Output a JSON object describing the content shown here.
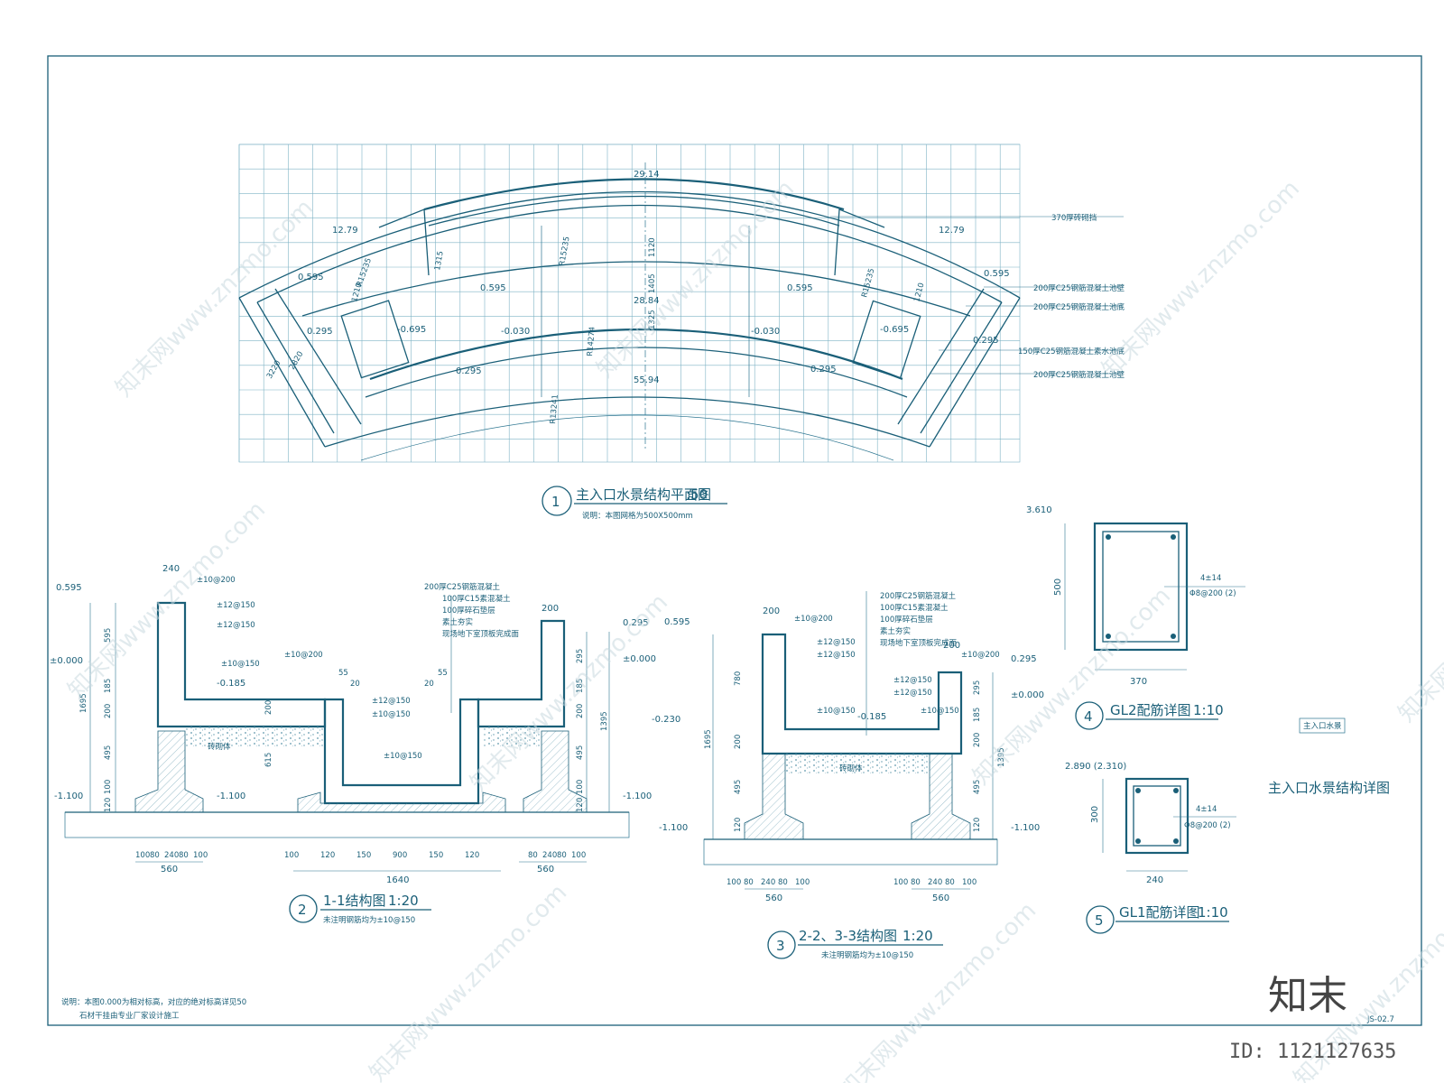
{
  "plan": {
    "title": "主入口水景结构平面图",
    "scale": ":50",
    "circle_no": "1",
    "note": "说明：本图网格为500X500mm",
    "labels": {
      "d29_14": "29.14",
      "d12_79_l": "12.79",
      "d12_79_r": "12.79",
      "d28_84": "28.84",
      "d55_94": "55.94",
      "elev_0_595_l": "0.595",
      "elev_0_595_cl": "0.595",
      "elev_0_595_cr": "0.595",
      "elev_0_595_r": "0.595",
      "elev_0_295_l": "0.295",
      "elev_0_295_cl": "0.295",
      "elev_0_295_cr": "0.295",
      "elev_0_295_r": "0.295",
      "elev_n0_030_l": "-0.030",
      "elev_n0_030_r": "-0.030",
      "elev_n0_695_l": "-0.695",
      "elev_n0_695_r": "-0.695",
      "r15235_l": "R15235",
      "r15235_c": "R15235",
      "r15235_r": "R15235",
      "r14274": "R14274",
      "r13241": "R13241",
      "d1120": "1120",
      "d1405": "1405",
      "d1325": "1325",
      "d1210_l": "1210",
      "d1210_r": "1210",
      "d1315": "1315",
      "d3220": "3220",
      "d2820": "2820"
    },
    "callouts": [
      "370厚砖砌挡",
      "200厚C25钢筋混凝土池壁",
      "200厚C25钢筋混凝土池底",
      "150厚C25钢筋混凝土素水池底",
      "200厚C25钢筋混凝土池壁"
    ]
  },
  "sec1": {
    "title": "1-1结构图",
    "scale": "1:20",
    "circle_no": "2",
    "note": "未注明钢筋均为±10@150",
    "layers": [
      "200厚C25钢筋混凝土",
      "100厚C15素混凝土",
      "100厚碎石垫层",
      "素土夯实",
      "现场地下室顶板完成面"
    ],
    "labels": {
      "e0595": "0.595",
      "e000": "±0.000",
      "en1100_l": "-1.100",
      "en1100_c": "-1.100",
      "en1100_r": "-1.100",
      "e0295": "0.295",
      "e000_r": "±0.000",
      "en0185": "-0.185",
      "w240": "240",
      "w200": "200",
      "r1": "±10@200",
      "r2": "±12@150",
      "r3": "±12@150",
      "r4": "±10@150",
      "r5": "±10@200",
      "r6": "±12@150",
      "r7": "±10@150",
      "r8": "±10@150",
      "v595": "595",
      "v1695": "1695",
      "v185": "185",
      "v200": "200",
      "v495": "495",
      "v100": "100",
      "v120": "120",
      "v295": "295",
      "v185r": "185",
      "v200r": "200",
      "v1395": "1395",
      "v495r": "495",
      "v100r": "100",
      "v120r": "120",
      "v615": "615",
      "v200m": "200",
      "v20a": "20",
      "v20b": "20",
      "v55a": "55",
      "v55b": "55",
      "brick": "砖砌体",
      "b_l": [
        "100",
        "80",
        "240",
        "80",
        "100"
      ],
      "b_l_total": "560",
      "b_c": [
        "100",
        "120",
        "150",
        "900",
        "150",
        "120"
      ],
      "b_c_total": "1640",
      "b_r": [
        "80",
        "240",
        "80",
        "100"
      ],
      "b_r_total": "560"
    }
  },
  "sec2": {
    "title": "2-2、3-3结构图",
    "scale": "1:20",
    "circle_no": "3",
    "note": "未注明钢筋均为±10@150",
    "layers": [
      "200厚C25钢筋混凝土",
      "100厚C15素混凝土",
      "100厚碎石垫层",
      "素土夯实",
      "现场地下室顶板完成面"
    ],
    "labels": {
      "e0595": "0.595",
      "en0230": "-0.230",
      "en1100_l": "-1.100",
      "en1100_r": "-1.100",
      "e0295": "0.295",
      "e000": "±0.000",
      "en0185": "-0.185",
      "w200a": "200",
      "w200b": "200",
      "r1": "±10@200",
      "r2": "±12@150",
      "r3": "±12@150",
      "r4": "±10@150",
      "r5": "±10@200",
      "r6": "±12@150",
      "r7": "±12@150",
      "r8": "±10@150",
      "v780": "780",
      "v1695": "1695",
      "v200": "200",
      "v495": "495",
      "v120": "120",
      "v295": "295",
      "v185": "185",
      "v200r": "200",
      "v1395": "1395",
      "v495r": "495",
      "v120r": "120",
      "brick": "砖砌体",
      "b_l": [
        "100",
        "80",
        "240",
        "80",
        "100"
      ],
      "b_l_total": "560",
      "b_r": [
        "100",
        "80",
        "240",
        "80",
        "100"
      ],
      "b_r_total": "560"
    }
  },
  "gl2": {
    "title": "GL2配筋详图",
    "scale": "1:10",
    "circle_no": "4",
    "elev": "3.610",
    "h": "500",
    "w": "370",
    "bar": "4±14",
    "stir": "Φ8@200 (2)"
  },
  "gl1": {
    "title": "GL1配筋详图",
    "scale": "1:10",
    "circle_no": "5",
    "elev": "2.890 (2.310)",
    "h": "300",
    "w": "240",
    "bar": "4±14",
    "stir": "Φ8@200 (2)"
  },
  "sheet": {
    "stamp": "主入口水景结构详图",
    "small_box": "主入口水景",
    "footnote_1": "说明：本图0.000为相对标高，对应的绝对标高详见50",
    "footnote_2": "石材干挂由专业厂家设计施工",
    "sheet_no": "JS-02.7"
  },
  "watermark": {
    "text": "知末网www.znzmo.com",
    "brand": "知末",
    "id": "ID: 1121127635"
  }
}
